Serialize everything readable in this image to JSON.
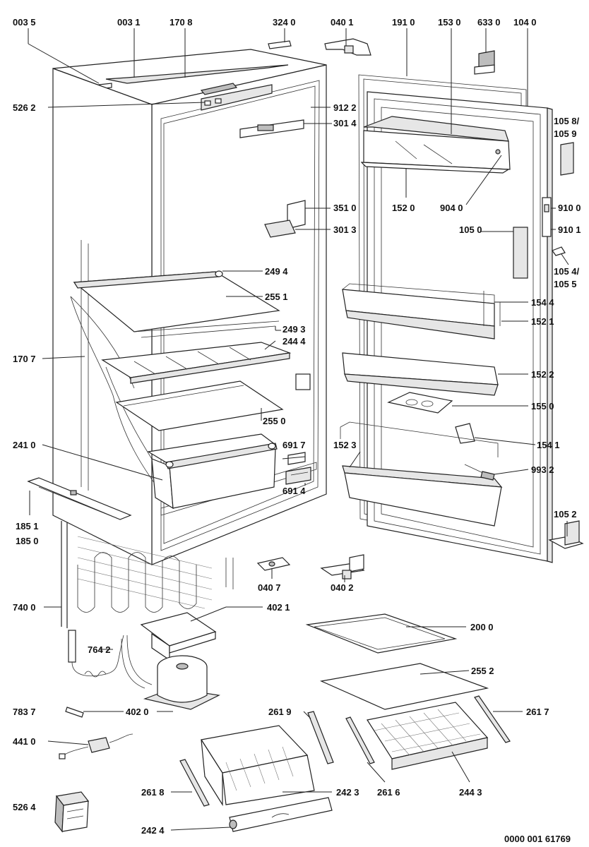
{
  "diagram": {
    "drawing_number": "0000 001 61769",
    "labels": [
      {
        "id": "p0035",
        "text": "003 5"
      },
      {
        "id": "p0031",
        "text": "003 1"
      },
      {
        "id": "p1708",
        "text": "170 8"
      },
      {
        "id": "p3240",
        "text": "324 0"
      },
      {
        "id": "p0401",
        "text": "040 1"
      },
      {
        "id": "p1910",
        "text": "191 0"
      },
      {
        "id": "p1530",
        "text": "153 0"
      },
      {
        "id": "p6330",
        "text": "633 0"
      },
      {
        "id": "p1040",
        "text": "104 0"
      },
      {
        "id": "p5262",
        "text": "526 2"
      },
      {
        "id": "p9122",
        "text": "912 2"
      },
      {
        "id": "p3014",
        "text": "301 4"
      },
      {
        "id": "p1058",
        "text": "105 8/"
      },
      {
        "id": "p1059",
        "text": "105 9"
      },
      {
        "id": "p1520",
        "text": "152 0"
      },
      {
        "id": "p9040",
        "text": "904 0"
      },
      {
        "id": "p3510",
        "text": "351 0"
      },
      {
        "id": "p9100",
        "text": "910 0"
      },
      {
        "id": "p3013",
        "text": "301 3"
      },
      {
        "id": "p1050",
        "text": "105 0"
      },
      {
        "id": "p9101",
        "text": "910 1"
      },
      {
        "id": "p2494",
        "text": "249 4"
      },
      {
        "id": "p1054",
        "text": "105 4/"
      },
      {
        "id": "p1055",
        "text": "105 5"
      },
      {
        "id": "p2551",
        "text": "255 1"
      },
      {
        "id": "p1544",
        "text": "154 4"
      },
      {
        "id": "p2493",
        "text": "249 3"
      },
      {
        "id": "p1521",
        "text": "152 1"
      },
      {
        "id": "p2444",
        "text": "244 4"
      },
      {
        "id": "p1707",
        "text": "170 7"
      },
      {
        "id": "p1522",
        "text": "152 2"
      },
      {
        "id": "p1550",
        "text": "155 0"
      },
      {
        "id": "p2550",
        "text": "255 0"
      },
      {
        "id": "p2410",
        "text": "241 0"
      },
      {
        "id": "p6917",
        "text": "691 7"
      },
      {
        "id": "p1523",
        "text": "152 3"
      },
      {
        "id": "p1541",
        "text": "154 1"
      },
      {
        "id": "p9932",
        "text": "993 2"
      },
      {
        "id": "p6914",
        "text": "691 4"
      },
      {
        "id": "p1851",
        "text": "185 1"
      },
      {
        "id": "p1850",
        "text": "185 0"
      },
      {
        "id": "p1052",
        "text": "105 2"
      },
      {
        "id": "p0407",
        "text": "040 7"
      },
      {
        "id": "p0402",
        "text": "040 2"
      },
      {
        "id": "p7400",
        "text": "740 0"
      },
      {
        "id": "p4021",
        "text": "402 1"
      },
      {
        "id": "p2000",
        "text": "200 0"
      },
      {
        "id": "p7642",
        "text": "764 2"
      },
      {
        "id": "p2552",
        "text": "255 2"
      },
      {
        "id": "p7837",
        "text": "783 7"
      },
      {
        "id": "p4020",
        "text": "402 0"
      },
      {
        "id": "p2619",
        "text": "261 9"
      },
      {
        "id": "p2617",
        "text": "261 7"
      },
      {
        "id": "p4410",
        "text": "441 0"
      },
      {
        "id": "p2618",
        "text": "261 8"
      },
      {
        "id": "p2423",
        "text": "242 3"
      },
      {
        "id": "p2616",
        "text": "261 6"
      },
      {
        "id": "p2443",
        "text": "244 3"
      },
      {
        "id": "p5264",
        "text": "526 4"
      },
      {
        "id": "p2424",
        "text": "242 4"
      }
    ]
  }
}
